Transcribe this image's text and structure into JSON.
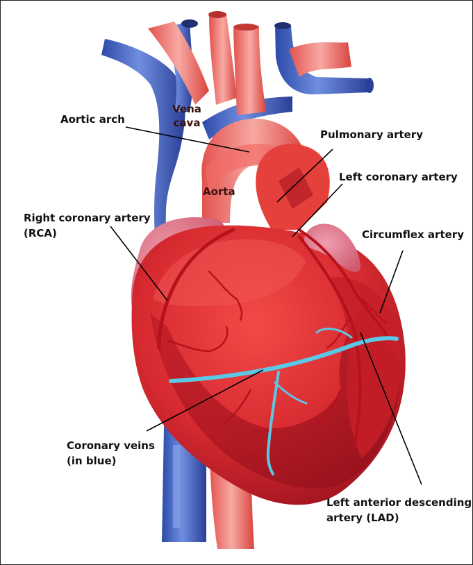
{
  "labels": {
    "aortic_arch": "Aortic arch",
    "vena_cava_line1": "Vena",
    "vena_cava_line2": "cava",
    "aorta": "Aorta",
    "pulmonary_artery": "Pulmonary artery",
    "left_coronary_artery": "Left coronary artery",
    "right_coronary_artery_line1": "Right coronary artery",
    "right_coronary_artery_line2": "(RCA)",
    "circumflex_artery": "Circumflex artery",
    "coronary_veins_line1": "Coronary veins",
    "coronary_veins_line2": "(in  blue)",
    "lad_line1": "Left anterior descending",
    "lad_line2": "artery (LAD)"
  },
  "colors": {
    "vein_blue": "#3b5bb8",
    "vein_blue_light": "#6f8ee0",
    "artery_red": "#e8383a",
    "artery_dark": "#a8141c",
    "aorta_pink": "#f07a78",
    "coronary_vein": "#5bc8e6",
    "atrium_pink": "#e5768a"
  }
}
